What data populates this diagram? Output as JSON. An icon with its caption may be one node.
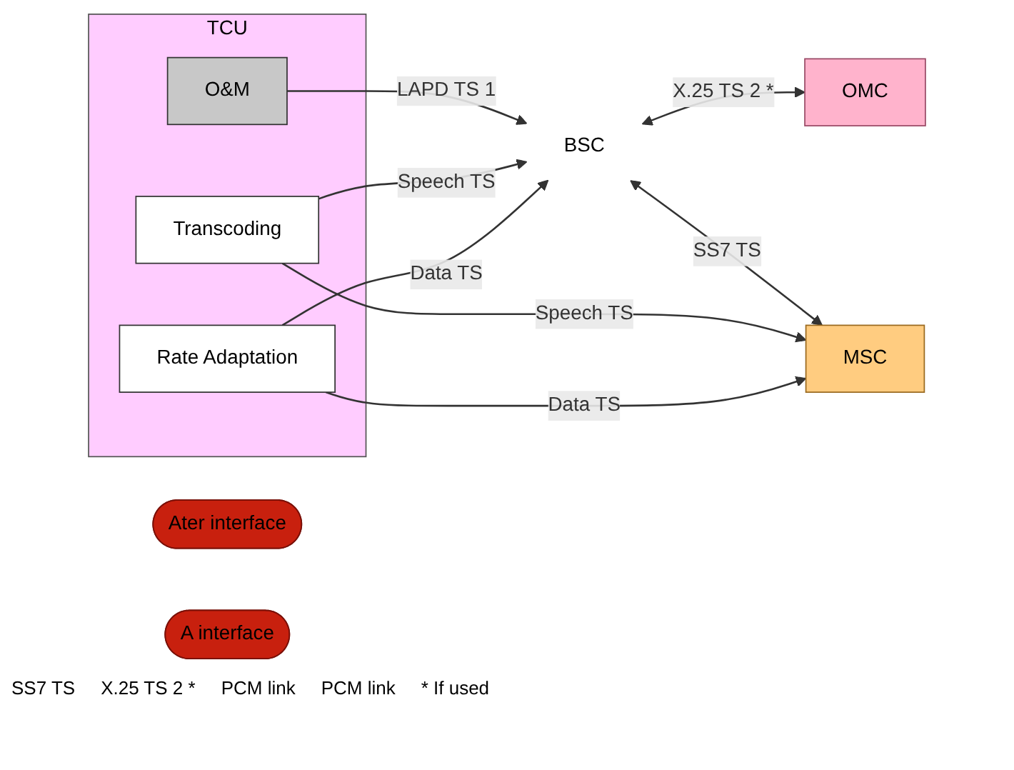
{
  "diagram": {
    "nodes": [
      {
        "text": [
          "Ater interface"
        ]
      },
      {
        "text": [
          "A interface"
        ]
      },
      {
        "text": [
          "TCU"
        ]
      },
      {
        "text": [
          "O&M"
        ],
        "in": 2
      },
      {
        "text": [
          "MSC"
        ]
      },
      {
        "text": [
          "BSC"
        ]
      },
      {
        "text": [
          "Transcoding"
        ],
        "in": 2
      },
      {
        "text": [
          "Rate Adaptation"
        ],
        "in": 2
      },
      {
        "text": [
          "OMC"
        ]
      }
    ],
    "edges": [
      {
        "from": 3,
        "to": 5,
        "arrow": "to",
        "label": "LAPD TS 1"
      },
      {
        "from": 5,
        "to": 4,
        "arrow": "both",
        "label": "SS7 TS"
      },
      {
        "from": 6,
        "to": 5,
        "arrow": "to",
        "label": "Speech TS"
      },
      {
        "from": 6,
        "to": 4,
        "arrow": "to",
        "label": "Speech TS"
      },
      {
        "from": 7,
        "to": 5,
        "arrow": "to",
        "label": "Data TS"
      },
      {
        "from": 7,
        "to": 4,
        "arrow": "to",
        "label": "Data TS"
      },
      {
        "from": 5,
        "to": 8,
        "arrow": "both",
        "label": "X.25 TS 2 *"
      }
    ],
    "labels": [
      "SS7 TS",
      "X.25 TS 2 *",
      "PCM link",
      "PCM link",
      "* If used"
    ]
  }
}
